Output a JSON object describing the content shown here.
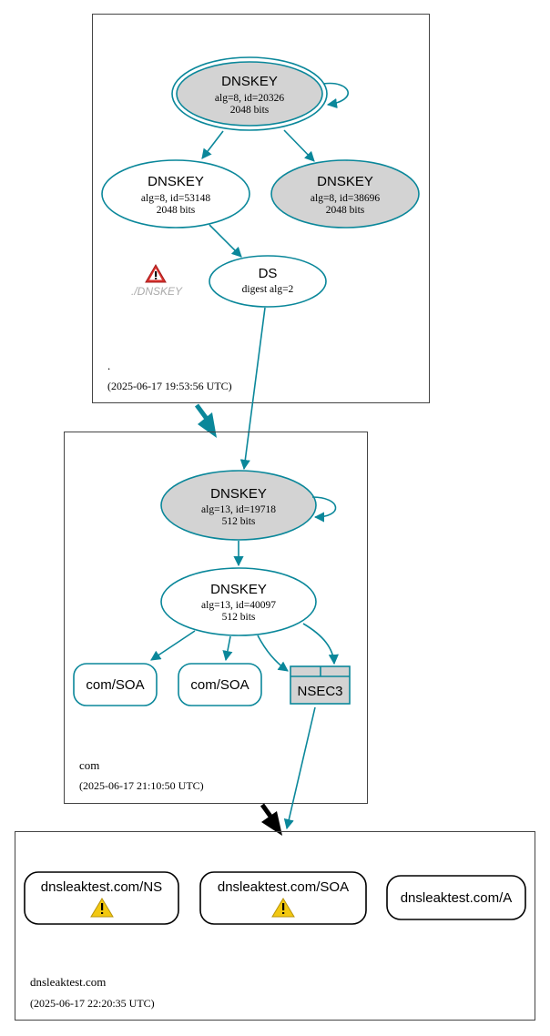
{
  "colors": {
    "edge": "#0a879a",
    "node_fill_gray": "#d3d3d3",
    "zone_border": "#000000",
    "warning_red": "#cc2222",
    "warning_yellow": "#f2c811",
    "delegation_black": "#000000",
    "missing_text": "#aaaaaa"
  },
  "zones": [
    {
      "name": ".",
      "timestamp": "(2025-06-17 19:53:56 UTC)",
      "nodes": [
        {
          "id": "root-ksk",
          "type": "DNSKEY",
          "title": "DNSKEY",
          "line1": "alg=8, id=20326",
          "line2": "2048 bits",
          "fill": "gray",
          "trust_anchor": true
        },
        {
          "id": "root-zsk-1",
          "type": "DNSKEY",
          "title": "DNSKEY",
          "line1": "alg=8, id=53148",
          "line2": "2048 bits",
          "fill": "white"
        },
        {
          "id": "root-zsk-2",
          "type": "DNSKEY",
          "title": "DNSKEY",
          "line1": "alg=8, id=38696",
          "line2": "2048 bits",
          "fill": "gray"
        },
        {
          "id": "root-ds",
          "type": "DS",
          "title": "DS",
          "line1": "digest alg=2"
        }
      ],
      "missing": {
        "label": "./DNSKEY",
        "icon": "error-triangle-icon"
      }
    },
    {
      "name": "com",
      "timestamp": "(2025-06-17 21:10:50 UTC)",
      "nodes": [
        {
          "id": "com-ksk",
          "type": "DNSKEY",
          "title": "DNSKEY",
          "line1": "alg=13, id=19718",
          "line2": "512 bits",
          "fill": "gray"
        },
        {
          "id": "com-zsk",
          "type": "DNSKEY",
          "title": "DNSKEY",
          "line1": "alg=13, id=40097",
          "line2": "512 bits",
          "fill": "white"
        },
        {
          "id": "com-soa-1",
          "type": "RRset",
          "label": "com/SOA"
        },
        {
          "id": "com-soa-2",
          "type": "RRset",
          "label": "com/SOA"
        },
        {
          "id": "com-nsec3",
          "type": "NSEC3",
          "label": "NSEC3"
        }
      ]
    },
    {
      "name": "dnsleaktest.com",
      "timestamp": "(2025-06-17 22:20:35 UTC)",
      "nodes": [
        {
          "id": "ns",
          "type": "RRset",
          "label": "dnsleaktest.com/NS",
          "warning": true
        },
        {
          "id": "soa",
          "type": "RRset",
          "label": "dnsleaktest.com/SOA",
          "warning": true
        },
        {
          "id": "a",
          "type": "RRset",
          "label": "dnsleaktest.com/A",
          "warning": false
        }
      ]
    }
  ]
}
